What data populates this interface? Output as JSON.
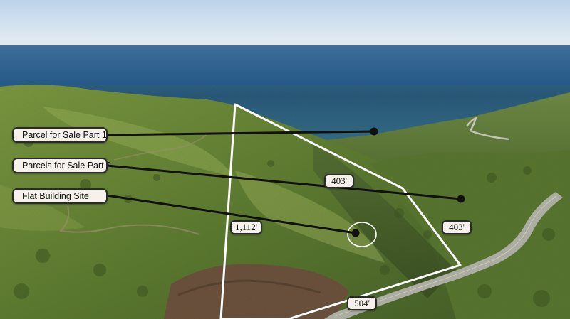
{
  "callouts": {
    "parcel_part_1": "Parcel for Sale Part 1",
    "parcels_part_2": "Parcels for Sale Part 2",
    "flat_building_site": "Flat Building Site"
  },
  "dimensions": {
    "left_side": "1,112'",
    "top_side": "403'",
    "right_side": "403'",
    "bottom_side": "504'"
  },
  "colors": {
    "boundary": "#ffffff",
    "pointer": "#111111",
    "label_bg": "#f6f1ea"
  }
}
